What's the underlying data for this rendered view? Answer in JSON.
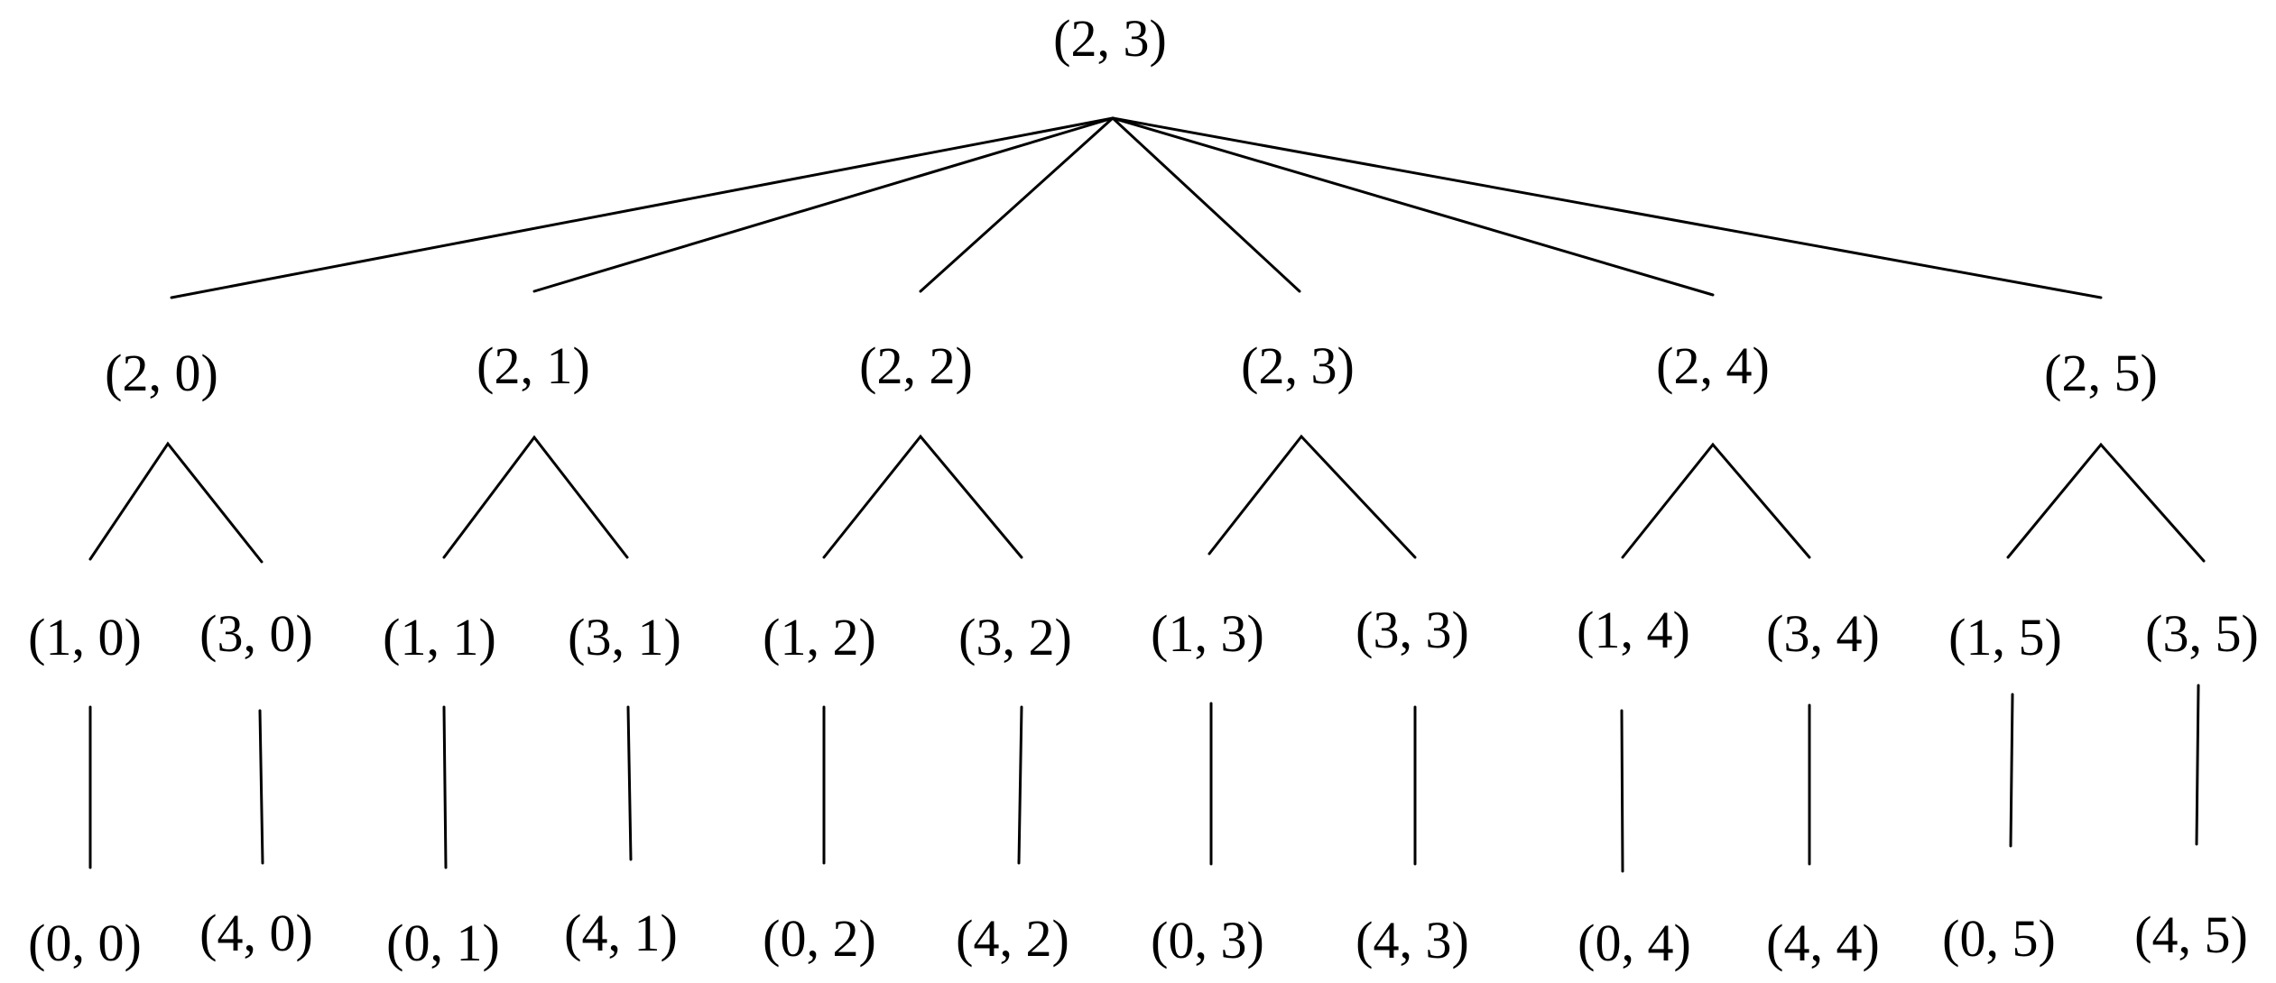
{
  "tree": {
    "root": "(2, 3)",
    "level1": [
      "(2, 0)",
      "(2, 1)",
      "(2, 2)",
      "(2, 3)",
      "(2, 4)",
      "(2, 5)"
    ],
    "level2": [
      "(1, 0)",
      "(3, 0)",
      "(1, 1)",
      "(3, 1)",
      "(1, 2)",
      "(3, 2)",
      "(1, 3)",
      "(3, 3)",
      "(1, 4)",
      "(3, 4)",
      "(1, 5)",
      "(3, 5)"
    ],
    "level3": [
      "(0, 0)",
      "(4, 0)",
      "(0, 1)",
      "(4, 1)",
      "(0, 2)",
      "(4, 2)",
      "(0, 3)",
      "(4, 3)",
      "(0, 4)",
      "(4, 4)",
      "(0, 5)",
      "(4, 5)"
    ]
  }
}
